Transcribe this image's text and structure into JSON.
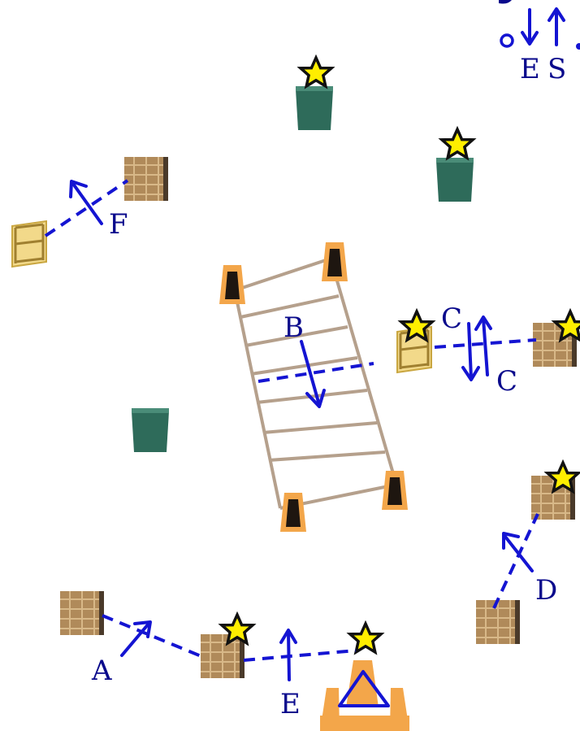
{
  "labels": {
    "a": "A",
    "b": "B",
    "c_top": "C",
    "c_bottom": "C",
    "d": "D",
    "e_bottom": "E",
    "e_top": "E",
    "f": "F",
    "s_top": "S"
  },
  "colors": {
    "route_blue": "#1414d2",
    "label_navy": "#0a0a8c",
    "star_yellow": "#ffee00",
    "cone_orange": "#f3a64a",
    "tub_green": "#2e6b5a",
    "crate_wood": "#b08a5a",
    "ladder_tan": "#b5a08c"
  },
  "icons": [
    "star-icon",
    "crate-icon",
    "tub-icon",
    "cone-icon",
    "ladder-icon",
    "hurdle-icon",
    "arrow-icon"
  ]
}
